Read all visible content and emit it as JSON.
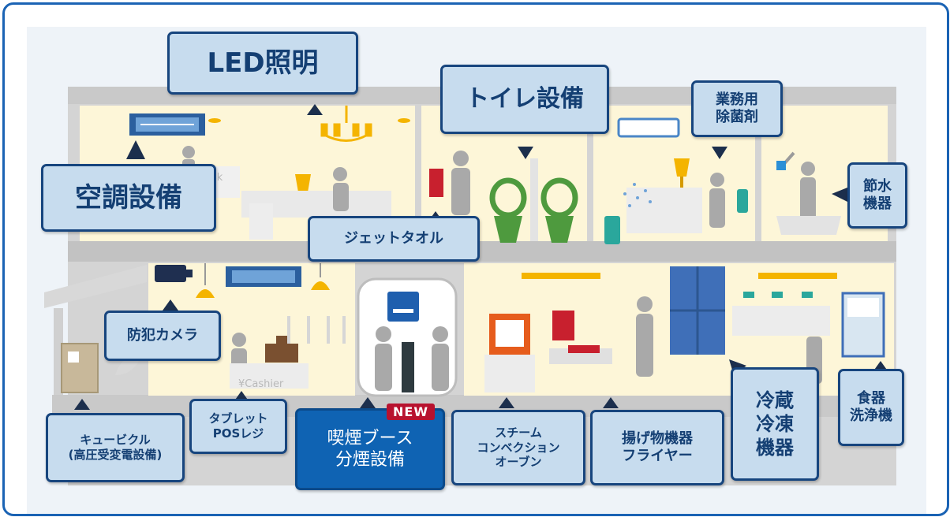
{
  "labels": {
    "led": "LED照明",
    "toilet": "トイレ設備",
    "sterilizer": "業務用\n除菌剤",
    "aircon": "空調設備",
    "water_saving": "節水\n機器",
    "jet_towel": "ジェットタオル",
    "camera": "防犯カメラ",
    "cubicle": "キュービクル\n(高圧受変電設備)",
    "tablet_pos": "タブレット\nPOSレジ",
    "smoking": "喫煙ブース\n分煙設備",
    "new_badge": "NEW",
    "steam_oven": "スチーム\nコンベクション\nオーブン",
    "fryer": "揚げ物機器\nフライヤー",
    "fridge": "冷蔵\n冷凍\n機器",
    "dishwasher": "食器\n洗浄機"
  },
  "scene_text": {
    "desk_sign": "esk",
    "cashier_sign": "¥Cashier"
  },
  "colors": {
    "frame": "#1a63b4",
    "label_fill": "#c7dcee",
    "label_border": "#17457e",
    "accent_new": "#0f63b3",
    "badge": "#b8122f",
    "wall": "#fdf6d8",
    "structure": "#cfcfcf",
    "toilet_green": "#4e9a3e",
    "lamp_yellow": "#f4b400",
    "fridge_blue": "#3f6fb8"
  },
  "icons": [
    "aircon-unit-icon",
    "chandelier-icon",
    "lamp-icon",
    "person-icon",
    "toilet-icon",
    "spray-bottle-icon",
    "shower-icon",
    "camera-icon",
    "no-smoking-sign-icon",
    "oven-icon",
    "fryer-icon",
    "fridge-icon",
    "dishwasher-icon",
    "cubicle-icon",
    "register-icon"
  ]
}
